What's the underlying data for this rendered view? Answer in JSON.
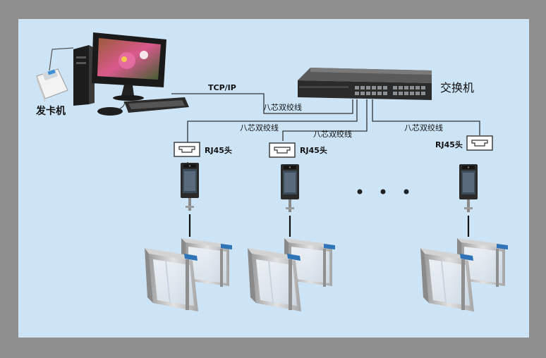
{
  "labels": {
    "card_issuer": "发卡机",
    "switch": "交换机",
    "tcp_ip": "TCP/IP",
    "cable_main": "八芯双绞线",
    "cable_1": "八芯双绞线",
    "cable_2": "八芯双绞线",
    "cable_3": "八芯双绞线",
    "rj45_1": "RJ45头",
    "rj45_2": "RJ45头",
    "rj45_3": "RJ45头"
  },
  "colors": {
    "frame": "#8f8f8f",
    "background": "#cde4f6",
    "line": "#333333",
    "device_dark": "#222222",
    "gate_metal": "#b7b7b7",
    "gate_glass": "#e6eef5",
    "gate_cap": "#2f74b8"
  },
  "icons": [
    "card-reader-icon",
    "computer-icon",
    "network-switch-icon",
    "rj45-connector-icon",
    "face-terminal-icon",
    "speed-gate-icon",
    "ellipsis-icon"
  ]
}
